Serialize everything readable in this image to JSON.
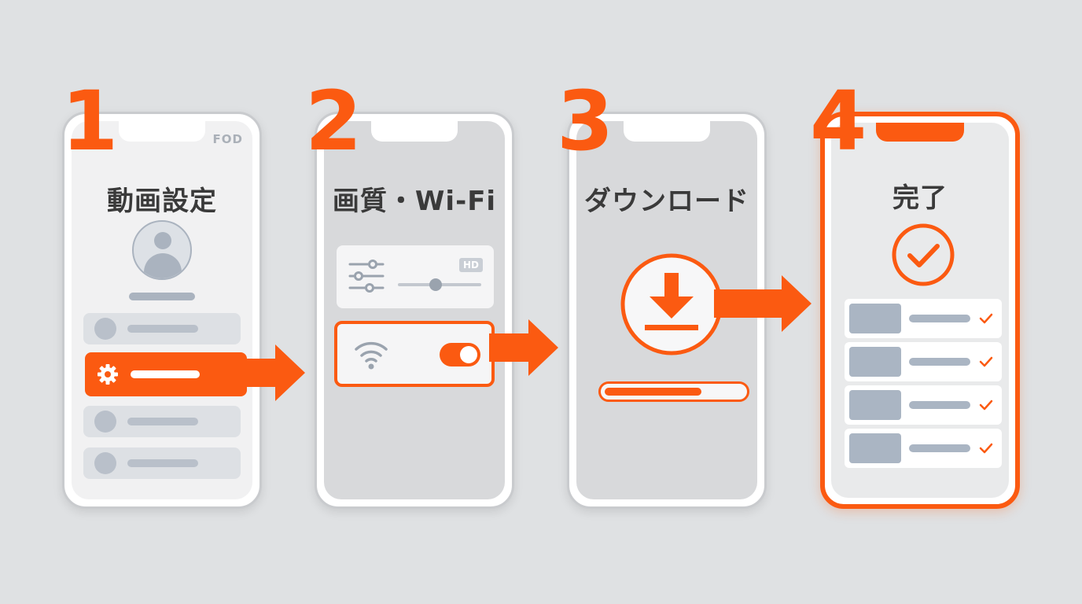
{
  "steps": [
    {
      "number": "1",
      "title": "動画設定",
      "brand": "FOD"
    },
    {
      "number": "2",
      "title": "画質・Wi-Fi",
      "badge": "HD"
    },
    {
      "number": "3",
      "title": "ダウンロード",
      "progress": 0.7
    },
    {
      "number": "4",
      "title": "完了",
      "item_count": 4
    }
  ],
  "colors": {
    "accent": "#fb5a11",
    "frame": "#c9cbce",
    "placeholder": "#aab3bf"
  },
  "icons": [
    "avatar-icon",
    "gear-icon",
    "sliders-icon",
    "wifi-icon",
    "toggle-switch",
    "download-icon",
    "checkmark-icon"
  ]
}
